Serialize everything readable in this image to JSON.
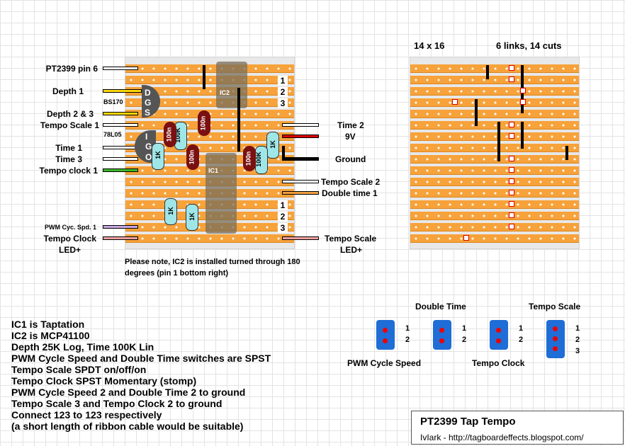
{
  "left_labels": [
    "PT2399 pin 6",
    "Depth 1",
    "Depth 2 & 3",
    "Tempo Scale 1",
    "Time 1",
    "Time 3",
    "Tempo clock 1",
    "PWM Cyc. Spd. 1",
    "Tempo Clock",
    "LED+"
  ],
  "right_labels": [
    "Time 2",
    "9V",
    "Ground",
    "Tempo Scale 2",
    "Double time 1",
    "Tempo Scale",
    "LED+"
  ],
  "components": {
    "transistor": "BS170",
    "regulator": "78L05",
    "ic1": "IC1",
    "ic2": "IC2",
    "r1k": "1K",
    "r100k": "100K",
    "c100n": "100n",
    "pins_dgs": [
      "D",
      "G",
      "S"
    ],
    "pins_igo": [
      "I",
      "G",
      "O"
    ],
    "conn_top": [
      "1",
      "2",
      "3"
    ],
    "conn_bot": [
      "1",
      "2",
      "3"
    ]
  },
  "board_info": {
    "size": "14 x 16",
    "links": "6 links, 14 cuts"
  },
  "note": "Please note, IC2 is installed turned through 180 degrees (pin 1 bottom right)",
  "notes": [
    "IC1 is Taptation",
    "IC2 is MCP41100",
    "Depth 25K Log, Time 100K Lin",
    "PWM Cycle Speed and Double Time switches are SPST",
    "Tempo Scale SPDT on/off/on",
    "Tempo Clock SPST Momentary (stomp)",
    "PWM Cycle Speed 2 and Double Time 2 to ground",
    "Tempo Scale 3 and Tempo Clock 2 to ground",
    "Connect 123 to 123 respectively",
    "(a short length of ribbon cable would be suitable)"
  ],
  "switches": {
    "double_time": "Double Time",
    "tempo_scale": "Tempo Scale",
    "pwm": "PWM Cycle Speed",
    "tempo_clock": "Tempo Clock",
    "n1": "1",
    "n2": "2",
    "n3": "3"
  },
  "title": "PT2399 Tap Tempo",
  "credit": "IvIark - http://tagboardeffects.blogspot.com/",
  "colors": {
    "strip": "#f7a23a",
    "switch": "#1f6dd6",
    "cut": "#dd0000"
  }
}
